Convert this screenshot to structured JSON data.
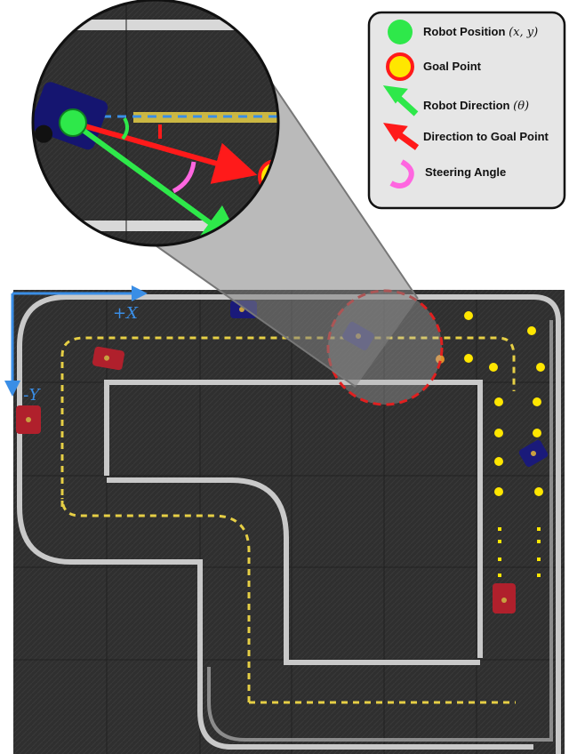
{
  "legend": {
    "items": [
      {
        "label": "Robot Position",
        "math": "(x, y)",
        "icon": "green-circle-icon",
        "color": "#2ee84a"
      },
      {
        "label": "Goal Point",
        "math": "",
        "icon": "yellow-red-circle-icon",
        "color": "#ffe600"
      },
      {
        "label": "Robot Direction",
        "math": "(θ)",
        "icon": "green-arrow-icon",
        "color": "#2ee84a"
      },
      {
        "label": "Direction to Goal Point",
        "math": "",
        "icon": "red-arrow-icon",
        "color": "#ff1a1a"
      },
      {
        "label": "Steering Angle",
        "math": "",
        "icon": "pink-arc-icon",
        "color": "#ff66e0"
      }
    ]
  },
  "axes": {
    "x_sign": "+",
    "x_var": "X",
    "y_sign": "-",
    "y_var": "Y",
    "color": "#3a8ee6"
  },
  "colors": {
    "track": "#2e2e2e",
    "border": "#c8c8c8",
    "center_line": "#e6cf45",
    "goal_dots": "#ffe600",
    "callout": "#8a8a8a",
    "highlight_circle": "#e02020"
  }
}
